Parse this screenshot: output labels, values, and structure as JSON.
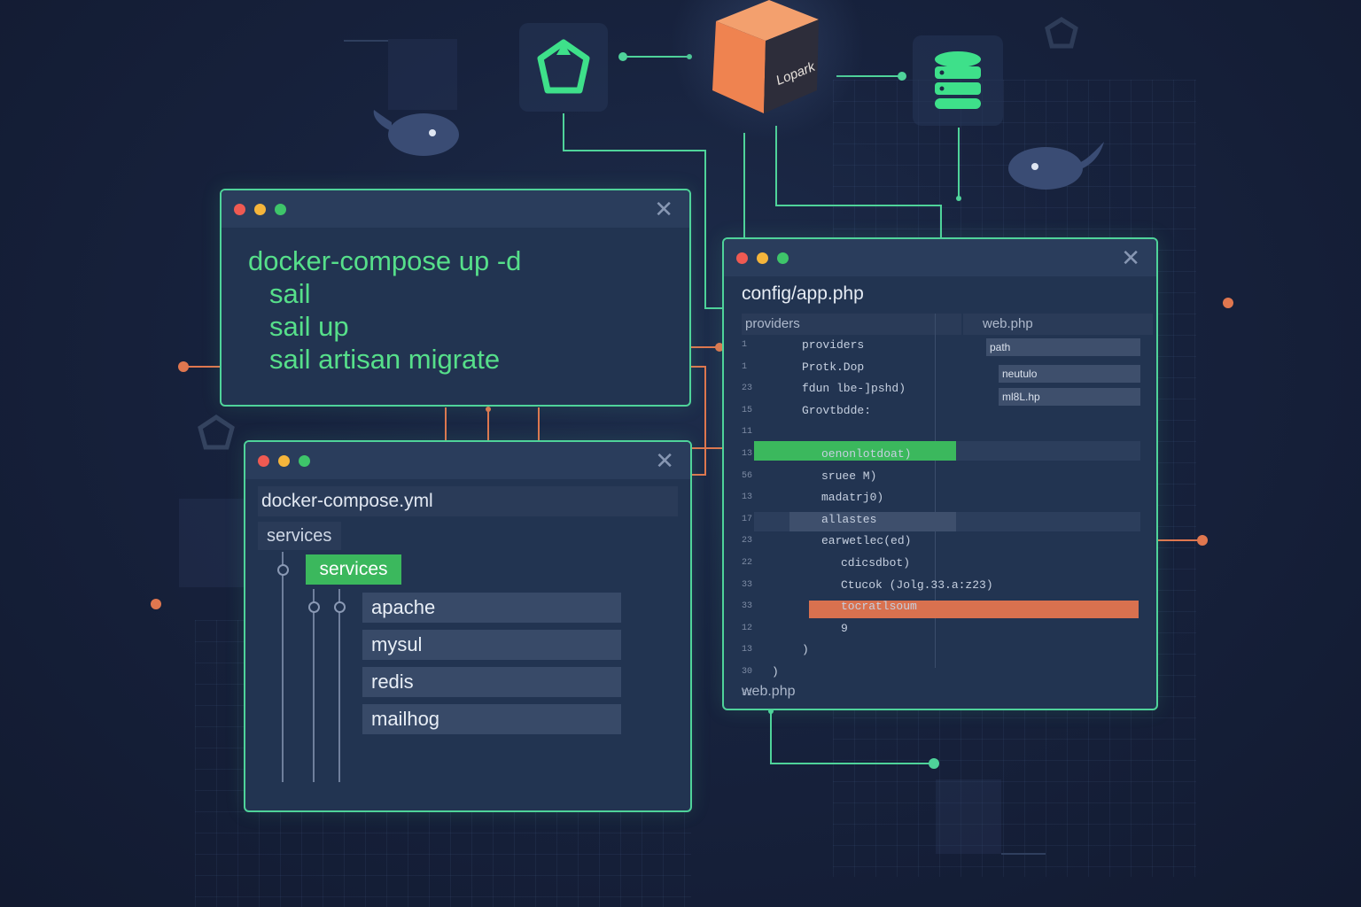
{
  "cube": {
    "label": "Lopark",
    "color": "#f08a54"
  },
  "nodes": {
    "left_icon": "pentagon-logo-icon",
    "right_icon": "database-icon",
    "whales": [
      "docker-whale-icon",
      "docker-whale-icon"
    ]
  },
  "terminal": {
    "lines": [
      "docker-compose up -d",
      "sail",
      "sail up",
      "sail artisan migrate"
    ],
    "close": "✕"
  },
  "compose": {
    "title": "docker-compose.yml",
    "section": "services",
    "group": "services",
    "services": [
      "apache",
      "mysul",
      "redis",
      "mailhog"
    ],
    "close": "✕"
  },
  "config": {
    "title": "config/app.php",
    "left_header": "providers",
    "right_header": "web.php",
    "lines": [
      {
        "n": "1",
        "text": "providers",
        "indent": 1
      },
      {
        "n": "1",
        "text": "Protk.Dop",
        "indent": 1
      },
      {
        "n": "23",
        "text": "fdun lbe-]pshd)",
        "indent": 1
      },
      {
        "n": "15",
        "text": "Grovtbdde:",
        "indent": 1
      },
      {
        "n": "11",
        "text": "",
        "indent": 1
      },
      {
        "n": "13",
        "text": "oenonlotdoat)",
        "indent": 2
      },
      {
        "n": "56",
        "text": "sruee M)",
        "indent": 2
      },
      {
        "n": "13",
        "text": "madatrj0)",
        "indent": 2
      },
      {
        "n": "17",
        "text": "allastes",
        "indent": 2
      },
      {
        "n": "23",
        "text": "earwetlec(ed)",
        "indent": 2
      },
      {
        "n": "22",
        "text": "cdicsdbot)",
        "indent": 3
      },
      {
        "n": "33",
        "text": "Ctucok (Jolg.33.a:z23)",
        "indent": 3
      },
      {
        "n": "33",
        "text": "tocratlsoum",
        "indent": 3
      },
      {
        "n": "12",
        "text": "9",
        "indent": 3
      },
      {
        "n": "13",
        "text": ")",
        "indent": 1
      },
      {
        "n": "30",
        "text": ")",
        "indent": 0
      },
      {
        "n": "31",
        "text": "",
        "indent": 0
      }
    ],
    "right_items": [
      "path",
      "neutulo",
      "ml8L.hp"
    ],
    "footer": "web.php",
    "close": "✕"
  },
  "colors": {
    "accent": "#4fd39a",
    "terminal_text": "#56df8a",
    "highlight_green": "#3bb85d",
    "highlight_orange": "#d9714f",
    "connector_orange": "#e0774f"
  }
}
